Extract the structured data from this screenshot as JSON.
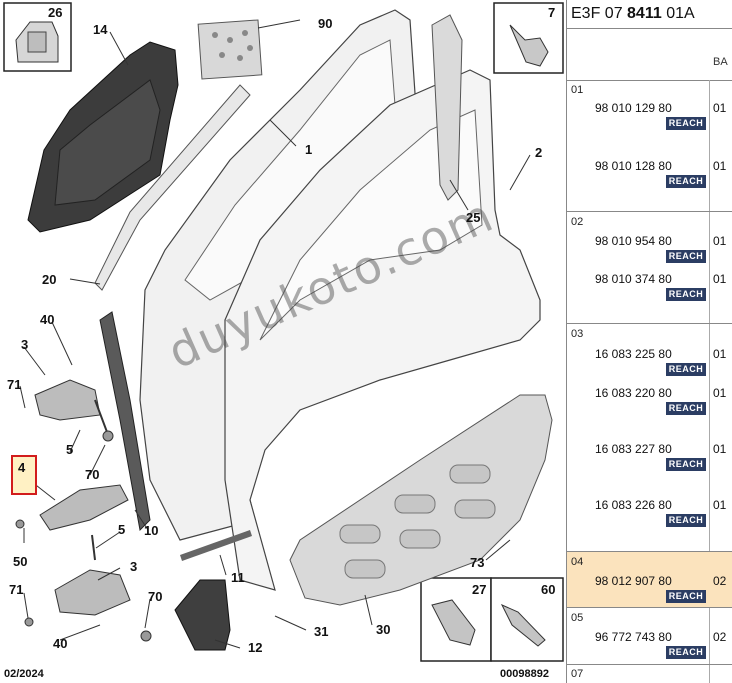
{
  "diagram": {
    "callouts": {
      "c26": "26",
      "c14": "14",
      "c90": "90",
      "c7": "7",
      "c1": "1",
      "c2": "2",
      "c25": "25",
      "c20": "20",
      "c40a": "40",
      "c3a": "3",
      "c71a": "71",
      "c5a": "5",
      "c70a": "70",
      "c4": "4",
      "c50": "50",
      "c10": "10",
      "c5b": "5",
      "c3b": "3",
      "c71b": "71",
      "c70b": "70",
      "c40b": "40",
      "c11": "11",
      "c73": "73",
      "c27": "27",
      "c60": "60",
      "c31": "31",
      "c30": "30",
      "c12": "12"
    },
    "date": "02/2024",
    "ref_code": "00098892",
    "watermark": "duyukoto.com"
  },
  "panel": {
    "title_prefix": "E3F 07 ",
    "title_bold": "8411",
    "title_suffix": " 01A",
    "subheader": "BA",
    "reach_label": "REACH",
    "rows": [
      {
        "num": "01",
        "parts": [
          {
            "ref": "98 010 129 80",
            "qty": "01"
          },
          {
            "ref": "98 010 128 80",
            "qty": "01"
          }
        ]
      },
      {
        "num": "02",
        "parts": [
          {
            "ref": "98 010 954 80",
            "qty": "01"
          },
          {
            "ref": "98 010 374 80",
            "qty": "01"
          }
        ]
      },
      {
        "num": "03",
        "parts": [
          {
            "ref": "16 083 225 80",
            "qty": "01"
          },
          {
            "ref": "16 083 220 80",
            "qty": "01"
          },
          {
            "ref": "16 083 227 80",
            "qty": "01"
          },
          {
            "ref": "16 083 226 80",
            "qty": "01"
          }
        ]
      },
      {
        "num": "04",
        "parts": [
          {
            "ref": "98 012 907 80",
            "qty": "02"
          }
        ]
      },
      {
        "num": "05",
        "parts": [
          {
            "ref": "96 772 743 80",
            "qty": "02"
          }
        ]
      },
      {
        "num": "07",
        "parts": []
      }
    ]
  }
}
